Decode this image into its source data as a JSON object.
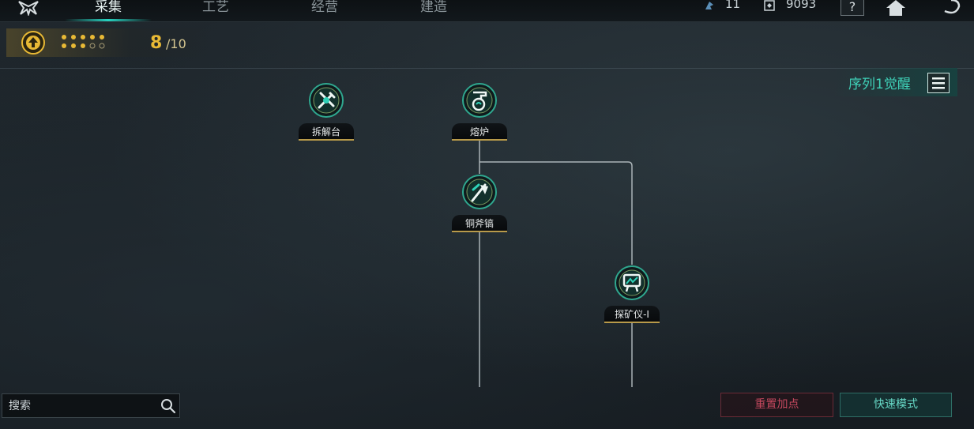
{
  "tabs": [
    {
      "label": "采集",
      "active": true
    },
    {
      "label": "工艺",
      "active": false
    },
    {
      "label": "经营",
      "active": false
    },
    {
      "label": "建造",
      "active": false
    }
  ],
  "resources": {
    "gems": "11",
    "currency": "9093"
  },
  "header_buttons": {
    "help_label": "?"
  },
  "level": {
    "current": "8",
    "total": "/10",
    "dots_filled": 8,
    "dots_total": 10
  },
  "sequence": {
    "label": "序列1觉醒"
  },
  "nodes": [
    {
      "label": "拆解台",
      "icon": "wrench-gear-icon"
    },
    {
      "label": "熔炉",
      "icon": "furnace-icon"
    },
    {
      "label": "铜斧镐",
      "icon": "axe-pick-icon"
    },
    {
      "label": "探矿仪-I",
      "icon": "detector-icon"
    }
  ],
  "search": {
    "placeholder": "搜索"
  },
  "buttons": {
    "reset": "重置加点",
    "quick": "快速模式"
  },
  "colors": {
    "accent": "#27d2c0",
    "gold": "#e8b935",
    "reset": "#c4485e"
  }
}
